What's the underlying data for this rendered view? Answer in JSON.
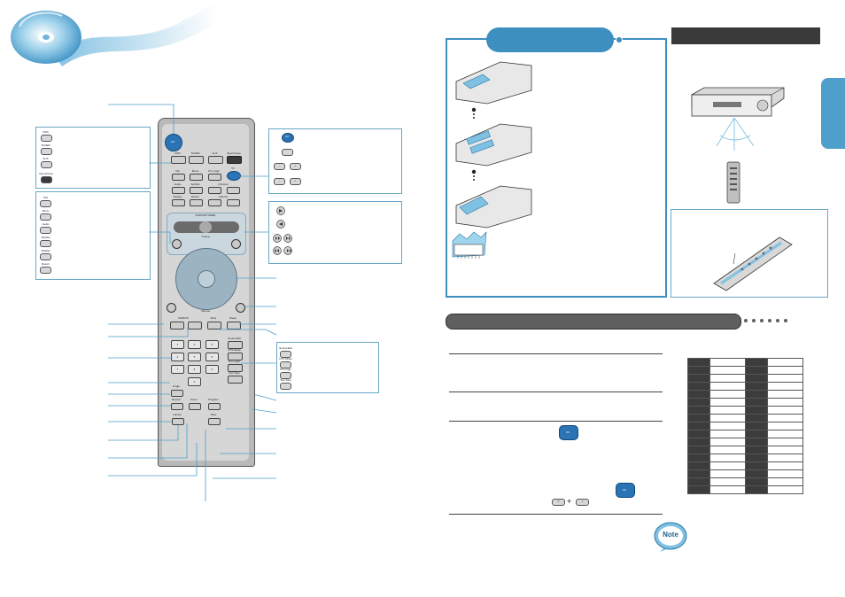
{
  "remote": {
    "power_label": "O/I",
    "mode_buttons": [
      "DVD",
      "TUNER",
      "AUX",
      "Open/Close",
      "TV"
    ],
    "row2": [
      "Info",
      "Menu",
      "Pro Logic",
      "Audio",
      "Subtitle",
      "Channel"
    ],
    "row3": [
      "Display",
      "Return",
      "Volume"
    ],
    "dvd_tuner_label": "DVD/CD/TUNER",
    "tuning_label": "Tuning",
    "volume_label": "Volume",
    "test_tone_label": "EZ/ROS",
    "mute_label": "Mute",
    "sleep_label": "Sleep",
    "digits": [
      "1",
      "2",
      "3",
      "4",
      "5",
      "6",
      "7",
      "8",
      "9",
      "0"
    ],
    "side_keys": [
      "Sound Edit",
      "DTS Mode",
      "Pro Logic",
      "Test Tone"
    ],
    "bottom_keys": [
      "Angle",
      "Repeat",
      "Zoom",
      "Program",
      "Cancel",
      "Slow"
    ]
  },
  "left_box_a": [
    "DVD",
    "TUNER",
    "AUX",
    "Open/Close"
  ],
  "left_box_b": [
    "Title",
    "Menu",
    "Audio",
    "Subtitle",
    "Display",
    "Return"
  ],
  "right_box_a": {
    "power": "O/I",
    "keys": [
      "-",
      "+",
      "-",
      "+"
    ]
  },
  "right_box_c_keys": [
    "Sound Edit",
    "DTS Mode",
    "Pro Logic",
    "Test Tone"
  ],
  "power_icon_label": "O/I",
  "digit_combo": {
    "a": "0",
    "plus": "+",
    "b": "1"
  },
  "note_label": "Note"
}
